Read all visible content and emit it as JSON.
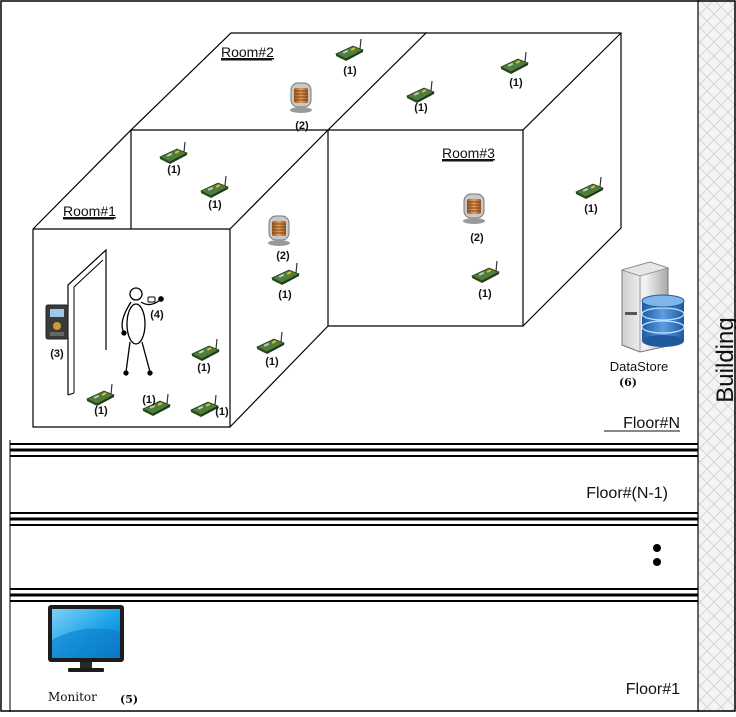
{
  "building": {
    "label": "Building"
  },
  "floors": {
    "top": "Floor#N",
    "second": "Floor#(N-1)",
    "bottom": "Floor#1"
  },
  "rooms": {
    "room1": "Room#1",
    "room2": "Room#2",
    "room3": "Room#3"
  },
  "datastore": {
    "label": "DataStore",
    "tag": "(6)"
  },
  "monitor": {
    "label": "Monitor",
    "tag": "(5)"
  },
  "device_tags": {
    "sensor": "(1)",
    "heater": "(2)",
    "access_reader": "(3)",
    "person": "(4)"
  },
  "colors": {
    "sensor_board": "#2f5a2a",
    "screen": "#1aa3e8",
    "cylinder": "#2e6fb8"
  }
}
